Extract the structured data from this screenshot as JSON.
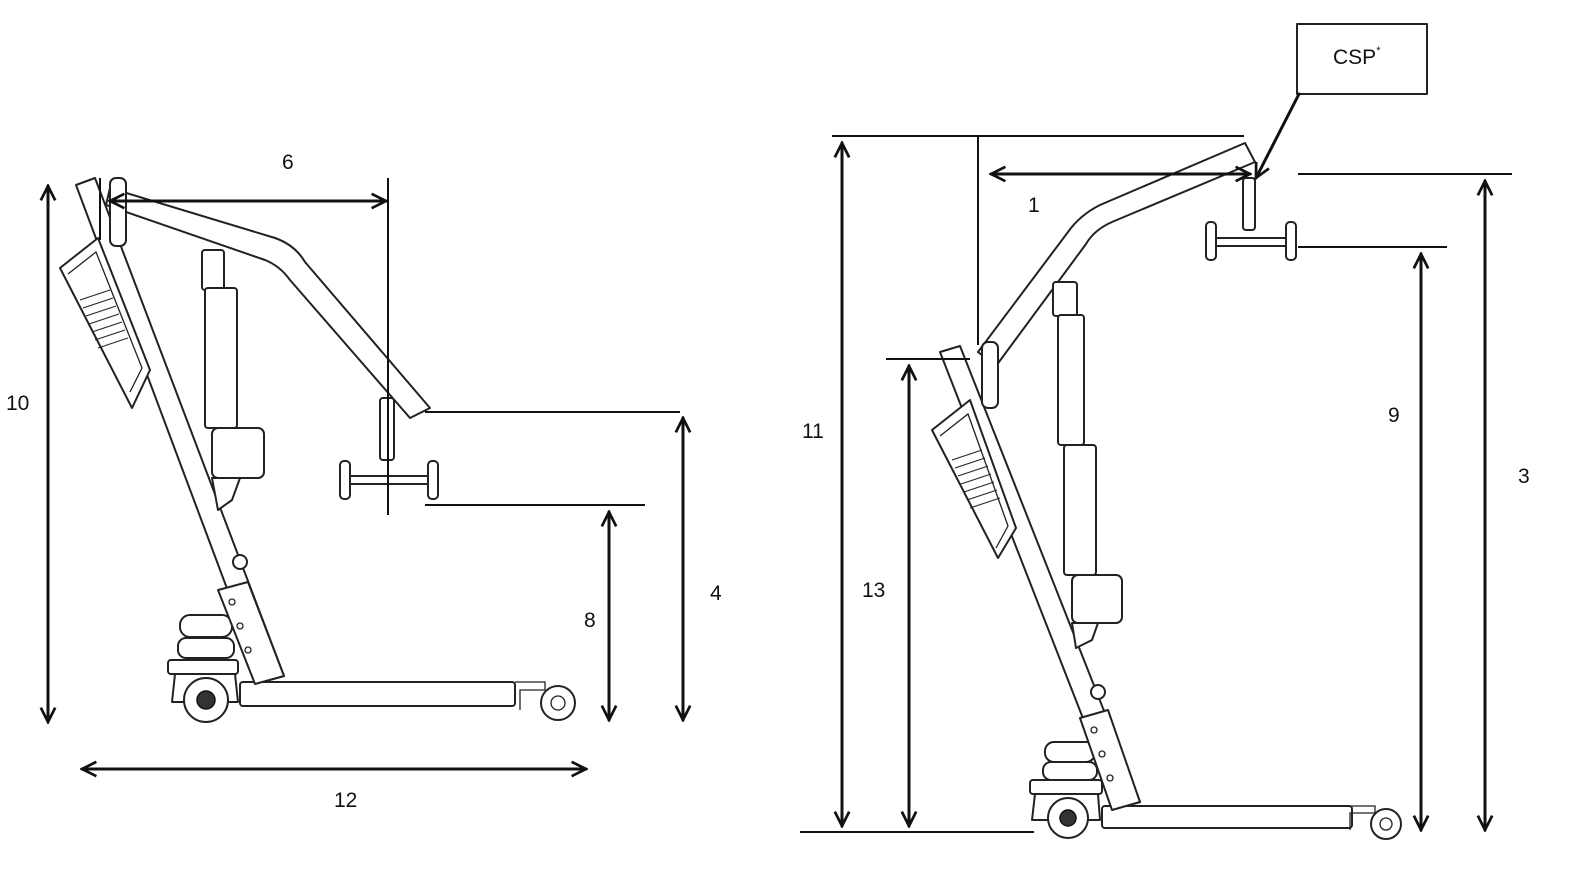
{
  "diagram": {
    "left_view": {
      "labels": {
        "d6": "6",
        "d10": "10",
        "d4": "4",
        "d8": "8",
        "d12": "12"
      }
    },
    "right_view": {
      "labels": {
        "d1": "1",
        "d11": "11",
        "d13": "13",
        "d9": "9",
        "d3": "3"
      },
      "callout": {
        "text": "CSP",
        "superscript": "*"
      }
    }
  }
}
